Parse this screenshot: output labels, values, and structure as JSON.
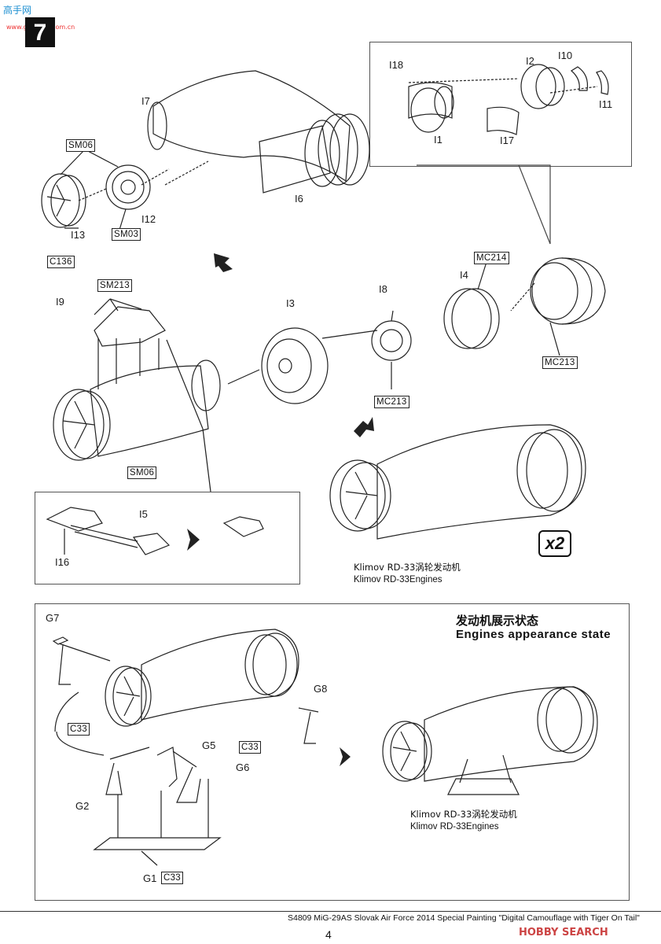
{
  "watermark": {
    "top": "高手网",
    "bottom": "www.gaoshou.com.cn"
  },
  "step_number": "7",
  "labels": {
    "I18": "I18",
    "I2": "I2",
    "I10": "I10",
    "I11": "I11",
    "I1": "I1",
    "I17": "I17",
    "I7": "I7",
    "I6": "I6",
    "SM06_a": "SM06",
    "I12": "I12",
    "SM03": "SM03",
    "I13": "I13",
    "C136": "C136",
    "SM213": "SM213",
    "I9": "I9",
    "I3": "I3",
    "I8": "I8",
    "I4": "I4",
    "MC214": "MC214",
    "MC213_a": "MC213",
    "MC213_b": "MC213",
    "SM06_b": "SM06",
    "I5": "I5",
    "I16": "I16",
    "G7": "G7",
    "C33_a": "C33",
    "G8": "G8",
    "G5": "G5",
    "C33_b": "C33",
    "G6": "G6",
    "G2": "G2",
    "G1": "G1",
    "C33_c": "C33"
  },
  "multiplier": "x2",
  "engine_caption_1": {
    "cn": "Klimov RD-33涡轮发动机",
    "en": "Klimov RD-33Engines"
  },
  "engine_caption_2": {
    "cn": "Klimov RD-33涡轮发动机",
    "en": "Klimov RD-33Engines"
  },
  "display_state": {
    "cn": "发动机展示状态",
    "en": "Engines appearance state"
  },
  "footer": "S4809 MiG-29AS  Slovak Air Force 2014 Special Painting \"Digital Camouflage with Tiger On Tail\"",
  "page_number": "4",
  "brand": "HOBBY SEARCH"
}
